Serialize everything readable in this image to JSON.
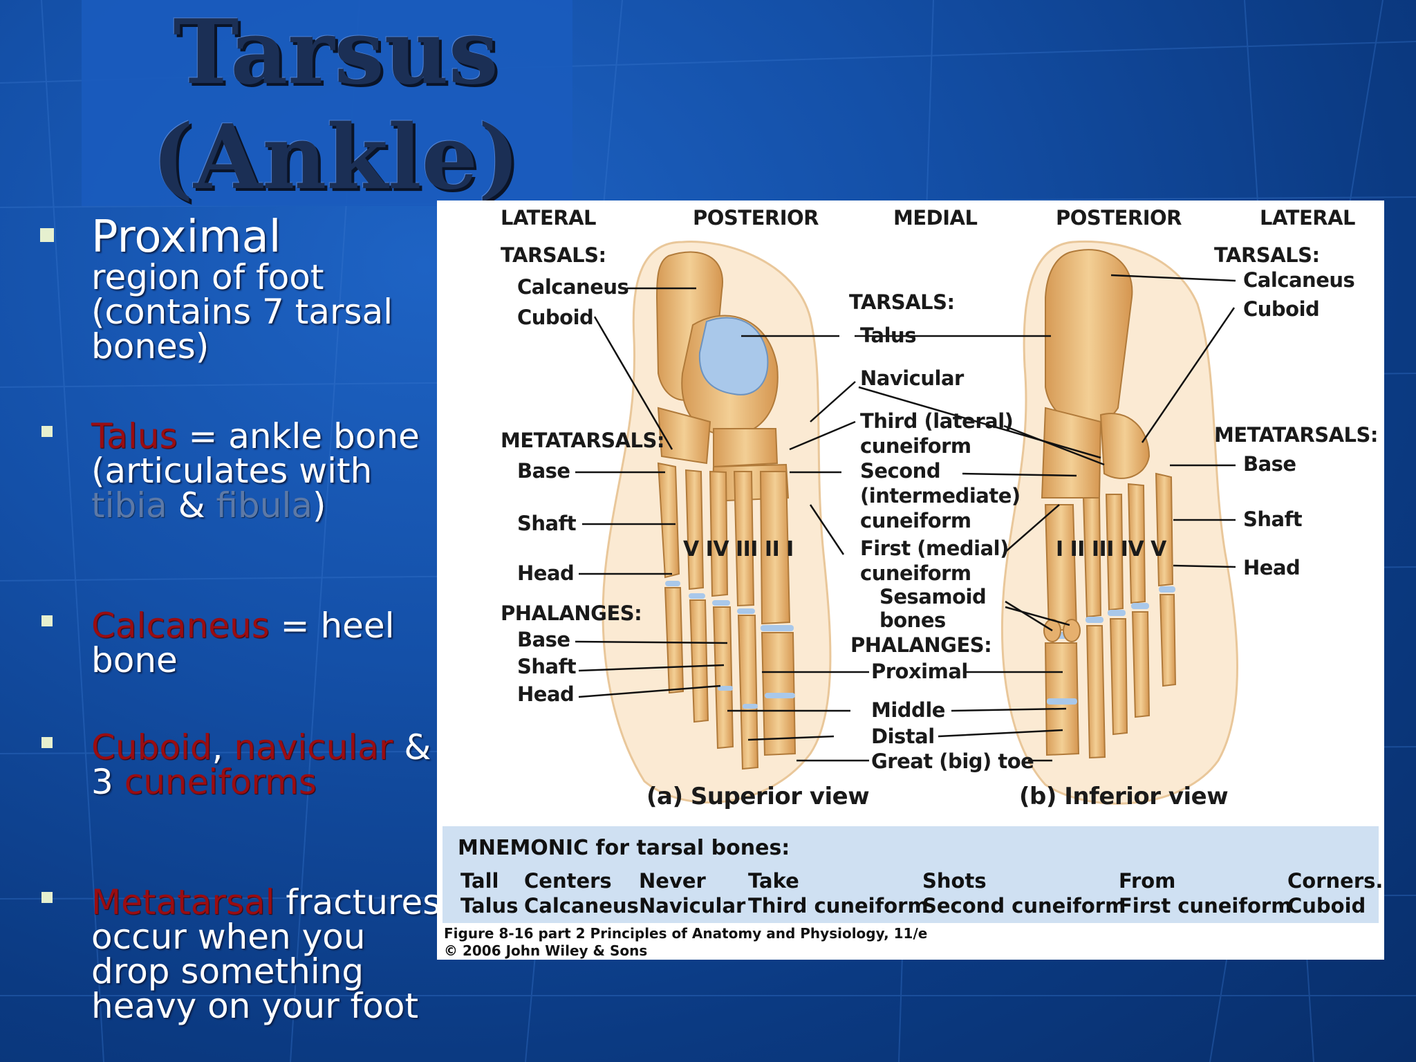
{
  "slide": {
    "title_line1": "Tarsus",
    "title_line2": "(Ankle)"
  },
  "bullets": [
    {
      "lead": "Proximal",
      "rest": "region of foot (contains 7 tarsal bones)"
    },
    {
      "t1": "Talus",
      "t2": " = ankle bone (articulates with ",
      "t3": "tibia",
      "t4": " & ",
      "t5": "fibula",
      "t6": ")"
    },
    {
      "t1": "Calcaneus",
      "t2": " = heel bone"
    },
    {
      "t1": "Cuboid",
      "t2": ", ",
      "t3": "navicular",
      "t4": " & 3 ",
      "t5": "cuneiforms"
    },
    {
      "t1": "Metatarsal",
      "t2": " fractures occur when you drop something heavy on your foot"
    }
  ],
  "figure": {
    "top_headers": [
      "LATERAL",
      "POSTERIOR",
      "MEDIAL",
      "POSTERIOR",
      "LATERAL"
    ],
    "left": {
      "tarsals": "TARSALS:",
      "calcaneus": "Calcaneus",
      "cuboid": "Cuboid",
      "metatarsals": "METATARSALS:",
      "base": "Base",
      "shaft": "Shaft",
      "head": "Head",
      "phalanges": "PHALANGES:",
      "p_base": "Base",
      "p_shaft": "Shaft",
      "p_head": "Head",
      "roman": "V IV III II I"
    },
    "center": {
      "tarsals": "TARSALS:",
      "talus": "Talus",
      "navicular": "Navicular",
      "third1": "Third (lateral)",
      "third2": "cuneiform",
      "second1": "Second",
      "second2": "(intermediate)",
      "second3": "cuneiform",
      "first1": "First (medial)",
      "first2": "cuneiform",
      "sesamoid1": "Sesamoid",
      "sesamoid2": "bones",
      "phalanges": "PHALANGES:",
      "proximal": "Proximal",
      "middle": "Middle",
      "distal": "Distal",
      "great_toe": "Great (big) toe"
    },
    "right": {
      "tarsals": "TARSALS:",
      "calcaneus": "Calcaneus",
      "cuboid": "Cuboid",
      "metatarsals": "METATARSALS:",
      "base": "Base",
      "shaft": "Shaft",
      "head": "Head",
      "roman": "I  II III IV V"
    },
    "view_a": "(a) Superior view",
    "view_b": "(b) Inferior view",
    "mnemonic": {
      "title": "MNEMONIC for tarsal bones:",
      "words": [
        "Tall",
        "Centers",
        "Never",
        "Take",
        "Shots",
        "From",
        "Corners."
      ],
      "bones": [
        "Talus",
        "Calcaneus",
        "Navicular",
        "Third cuneiform",
        "Second cuneiform",
        "First cuneiform",
        "Cuboid"
      ]
    },
    "caption_line1": "Figure 8-16 part 2  Principles of Anatomy and Physiology, 11/e",
    "caption_line2": "© 2006 John Wiley & Sons"
  },
  "colors": {
    "background": "#1450a8",
    "title": "#1b2f55",
    "highlight_red": "#9a0d12",
    "muted_blue": "#5d79a6",
    "bone": "#e8b676",
    "cartilage": "#a9c8ea",
    "mnemonic_bg": "#cfe0f2"
  }
}
